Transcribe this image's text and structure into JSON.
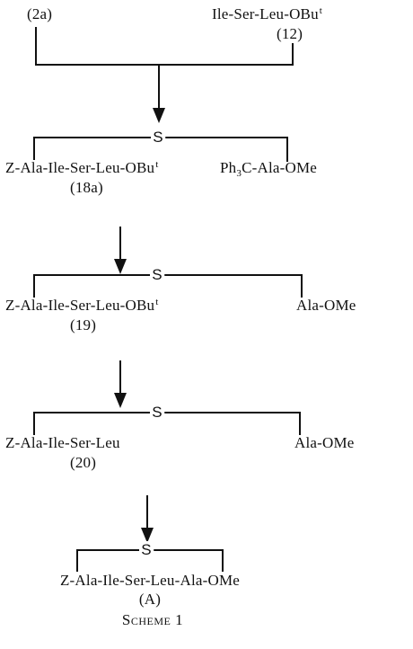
{
  "top": {
    "left_compound": "(2a)",
    "right_compound": "Ile-Ser-Leu-OBu",
    "right_superscript": "t",
    "right_number": "(12)"
  },
  "step1": {
    "bridge_atom": "S",
    "left_chain": "Z-Ala-Ile-Ser-Leu-OBu",
    "left_superscript": "t",
    "left_number": "(18a)",
    "right_prefix": "Ph",
    "right_subscript": "3",
    "right_suffix": "C-Ala-OMe"
  },
  "step2": {
    "bridge_atom": "S",
    "left_chain": "Z-Ala-Ile-Ser-Leu-OBu",
    "left_superscript": "t",
    "left_number": "(19)",
    "right_chain": "Ala-OMe"
  },
  "step3": {
    "bridge_atom": "S",
    "left_chain": "Z-Ala-Ile-Ser-Leu",
    "left_number": "(20)",
    "right_chain": "Ala-OMe"
  },
  "product": {
    "bridge_atom": "S",
    "chain": "Z-Ala-Ile-Ser-Leu-Ala-OMe",
    "label": "(A)"
  },
  "caption": "Scheme 1"
}
